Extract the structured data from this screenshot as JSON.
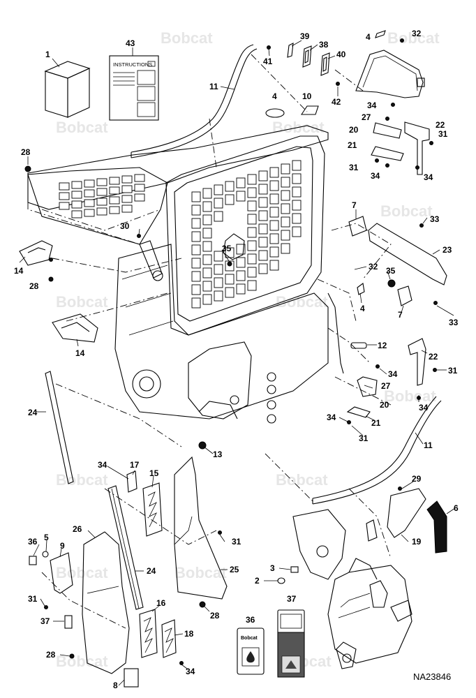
{
  "diagram": {
    "reference_code": "NA23846",
    "watermark_text": "Bobcat",
    "instructions_label": "INSTRUCTIONS",
    "decal_brand": "Bobcat",
    "callouts": [
      {
        "id": "c1",
        "label": "1"
      },
      {
        "id": "c43",
        "label": "43"
      },
      {
        "id": "c39",
        "label": "39"
      },
      {
        "id": "c38",
        "label": "38"
      },
      {
        "id": "c40",
        "label": "40"
      },
      {
        "id": "c41",
        "label": "41"
      },
      {
        "id": "c42",
        "label": "42"
      },
      {
        "id": "c4a",
        "label": "4"
      },
      {
        "id": "c32a",
        "label": "32"
      },
      {
        "id": "c11a",
        "label": "11"
      },
      {
        "id": "c4b",
        "label": "4"
      },
      {
        "id": "c10",
        "label": "10"
      },
      {
        "id": "c34a",
        "label": "34"
      },
      {
        "id": "c27a",
        "label": "27"
      },
      {
        "id": "c20a",
        "label": "20"
      },
      {
        "id": "c22a",
        "label": "22"
      },
      {
        "id": "c31a",
        "label": "31"
      },
      {
        "id": "c21a",
        "label": "21"
      },
      {
        "id": "c31b",
        "label": "31"
      },
      {
        "id": "c34b",
        "label": "34"
      },
      {
        "id": "c34c",
        "label": "34"
      },
      {
        "id": "c28a",
        "label": "28"
      },
      {
        "id": "c7a",
        "label": "7"
      },
      {
        "id": "c33a",
        "label": "33"
      },
      {
        "id": "c30",
        "label": "30"
      },
      {
        "id": "c23",
        "label": "23"
      },
      {
        "id": "c35a",
        "label": "35"
      },
      {
        "id": "c14a",
        "label": "14"
      },
      {
        "id": "c32b",
        "label": "32"
      },
      {
        "id": "c35b",
        "label": "35"
      },
      {
        "id": "c28b",
        "label": "28"
      },
      {
        "id": "c4c",
        "label": "4"
      },
      {
        "id": "c7b",
        "label": "7"
      },
      {
        "id": "c33b",
        "label": "33"
      },
      {
        "id": "c14b",
        "label": "14"
      },
      {
        "id": "c12",
        "label": "12"
      },
      {
        "id": "c22b",
        "label": "22"
      },
      {
        "id": "c34d",
        "label": "34"
      },
      {
        "id": "c31c",
        "label": "31"
      },
      {
        "id": "c27b",
        "label": "27"
      },
      {
        "id": "c24a",
        "label": "24"
      },
      {
        "id": "c20b",
        "label": "20"
      },
      {
        "id": "c34e",
        "label": "34"
      },
      {
        "id": "c34f",
        "label": "34"
      },
      {
        "id": "c21b",
        "label": "21"
      },
      {
        "id": "c31d",
        "label": "31"
      },
      {
        "id": "c13",
        "label": "13"
      },
      {
        "id": "c11b",
        "label": "11"
      },
      {
        "id": "c34g",
        "label": "34"
      },
      {
        "id": "c17",
        "label": "17"
      },
      {
        "id": "c15",
        "label": "15"
      },
      {
        "id": "c29",
        "label": "29"
      },
      {
        "id": "c6",
        "label": "6"
      },
      {
        "id": "c19",
        "label": "19"
      },
      {
        "id": "c36a",
        "label": "36"
      },
      {
        "id": "c5",
        "label": "5"
      },
      {
        "id": "c26",
        "label": "26"
      },
      {
        "id": "c9",
        "label": "9"
      },
      {
        "id": "c31e",
        "label": "31"
      },
      {
        "id": "c24b",
        "label": "24"
      },
      {
        "id": "c25",
        "label": "25"
      },
      {
        "id": "c3",
        "label": "3"
      },
      {
        "id": "c2",
        "label": "2"
      },
      {
        "id": "c31f",
        "label": "31"
      },
      {
        "id": "c16",
        "label": "16"
      },
      {
        "id": "c28c",
        "label": "28"
      },
      {
        "id": "c37a",
        "label": "37"
      },
      {
        "id": "c18",
        "label": "18"
      },
      {
        "id": "c36b",
        "label": "36"
      },
      {
        "id": "c37b",
        "label": "37"
      },
      {
        "id": "c28d",
        "label": "28"
      },
      {
        "id": "c34h",
        "label": "34"
      },
      {
        "id": "c8",
        "label": "8"
      }
    ]
  }
}
